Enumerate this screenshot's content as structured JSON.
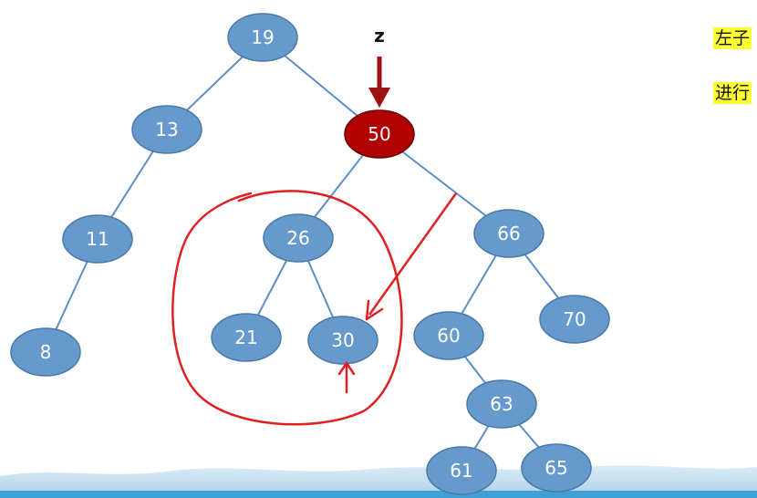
{
  "colors": {
    "node_fill": "#6699cc",
    "node_stroke": "#4a78a8",
    "highlight_fill": "#b00000",
    "edge": "#5b8fc4",
    "annotation_red": "#e02020",
    "arrow_dark_red": "#a01010",
    "note_bg": "#ffff33"
  },
  "marker": {
    "label": "z",
    "target": "50"
  },
  "notes": [
    "左子",
    "进行"
  ],
  "nodes": [
    {
      "id": "19",
      "label": "19"
    },
    {
      "id": "13",
      "label": "13"
    },
    {
      "id": "50",
      "label": "50",
      "highlight": true
    },
    {
      "id": "11",
      "label": "11"
    },
    {
      "id": "8",
      "label": "8"
    },
    {
      "id": "26",
      "label": "26"
    },
    {
      "id": "66",
      "label": "66"
    },
    {
      "id": "21",
      "label": "21"
    },
    {
      "id": "30",
      "label": "30"
    },
    {
      "id": "60",
      "label": "60"
    },
    {
      "id": "70",
      "label": "70"
    },
    {
      "id": "63",
      "label": "63"
    },
    {
      "id": "61",
      "label": "61"
    },
    {
      "id": "65",
      "label": "65"
    }
  ],
  "edges": [
    [
      "19",
      "13"
    ],
    [
      "19",
      "50"
    ],
    [
      "13",
      "11"
    ],
    [
      "11",
      "8"
    ],
    [
      "50",
      "26"
    ],
    [
      "50",
      "66"
    ],
    [
      "26",
      "21"
    ],
    [
      "26",
      "30"
    ],
    [
      "66",
      "60"
    ],
    [
      "66",
      "70"
    ],
    [
      "60",
      "63"
    ],
    [
      "63",
      "61"
    ],
    [
      "63",
      "65"
    ]
  ],
  "annotation": {
    "circled_subtree_root": "26",
    "arrow_target": "30"
  }
}
